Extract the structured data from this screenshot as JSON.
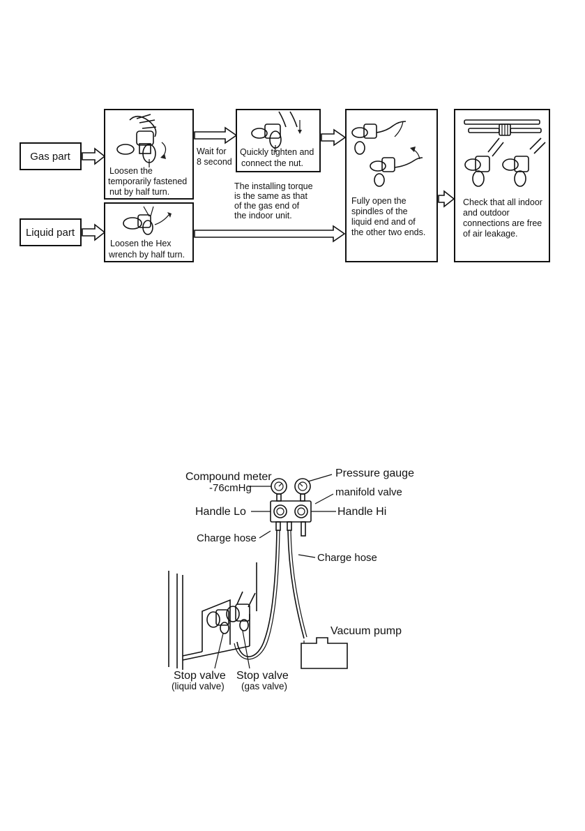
{
  "flow": {
    "gas_part_label": "Gas part",
    "liquid_part_label": "Liquid part",
    "step1": {
      "lines": [
        "Loosen the",
        "temporarily fastened",
        "nut by half turn."
      ]
    },
    "wait": {
      "lines": [
        "Wait for",
        "8 second"
      ]
    },
    "step2": {
      "lines": [
        "Quickly tighten and",
        "connect the nut."
      ]
    },
    "torque_note": {
      "lines": [
        "The installing torque",
        "is the same as that",
        "of the gas end of",
        "the indoor unit."
      ]
    },
    "liquid_step": {
      "lines": [
        "Loosen the Hex",
        "wrench by half turn."
      ]
    },
    "step3": {
      "lines": [
        "Fully open the",
        "spindles of the",
        "liquid end and of",
        "the other two ends."
      ]
    },
    "step4": {
      "lines": [
        "Check that all indoor",
        "and outdoor",
        "connections are free",
        "of air leakage."
      ]
    }
  },
  "manifold_diagram": {
    "compound_meter": "Compound meter",
    "compound_reading": "-76cmHg",
    "pressure_gauge": "Pressure  gauge",
    "manifold_valve": "manifold valve",
    "handle_lo": "Handle Lo",
    "handle_hi": "Handle Hi",
    "charge_hose_left": "Charge  hose",
    "charge_hose_right": "Charge  hose",
    "vacuum_pump": "Vacuum pump",
    "stop_valve_liquid": "Stop valve",
    "stop_valve_liquid_sub": "(liquid valve)",
    "stop_valve_gas": "Stop valve",
    "stop_valve_gas_sub": "(gas valve)"
  }
}
